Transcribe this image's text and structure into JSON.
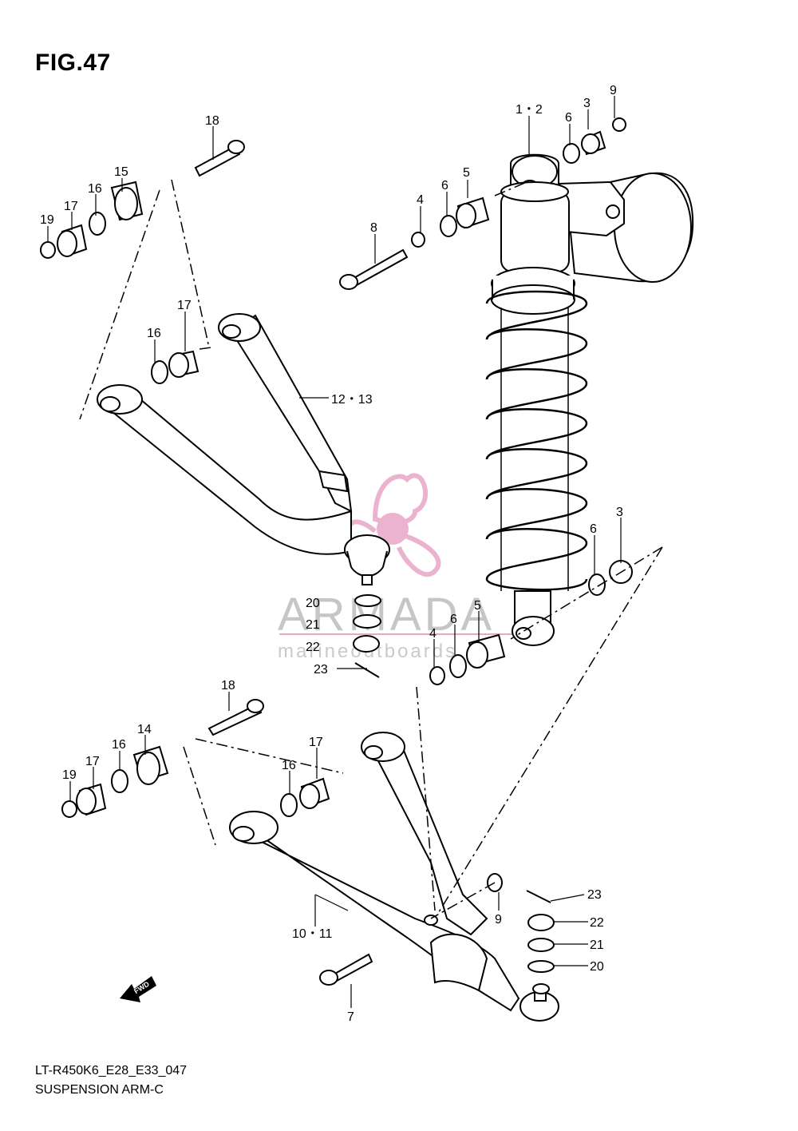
{
  "figure": {
    "title": "FIG.47",
    "code": "LT-R450K6_E28_E33_047",
    "name": "SUSPENSION ARM-C"
  },
  "watermark": {
    "brand": "ARMADA",
    "tagline": "marineoutboards",
    "brand_color": "#b0b0b0",
    "logo_color": "#e8a6c8"
  },
  "callouts": {
    "c1_2": "1・2",
    "c3a": "3",
    "c9a": "9",
    "c6a": "6",
    "c5a": "5",
    "c6b": "6",
    "c4a": "4",
    "c8": "8",
    "c18a": "18",
    "c15": "15",
    "c16a": "16",
    "c17a": "17",
    "c19a": "19",
    "c17b": "17",
    "c16b": "16",
    "c12_13": "12・13",
    "c20a": "20",
    "c21a": "21",
    "c22a": "22",
    "c23a": "23",
    "c6c": "6",
    "c3b": "3",
    "c5b": "5",
    "c6d": "6",
    "c4b": "4",
    "c18b": "18",
    "c14": "14",
    "c16c": "16",
    "c17c": "17",
    "c19b": "19",
    "c17d": "17",
    "c16d": "16",
    "c10_11": "10・11",
    "c9b": "9",
    "c7": "7",
    "c23b": "23",
    "c22b": "22",
    "c21b": "21",
    "c20b": "20"
  },
  "fwd_label": "FWD"
}
